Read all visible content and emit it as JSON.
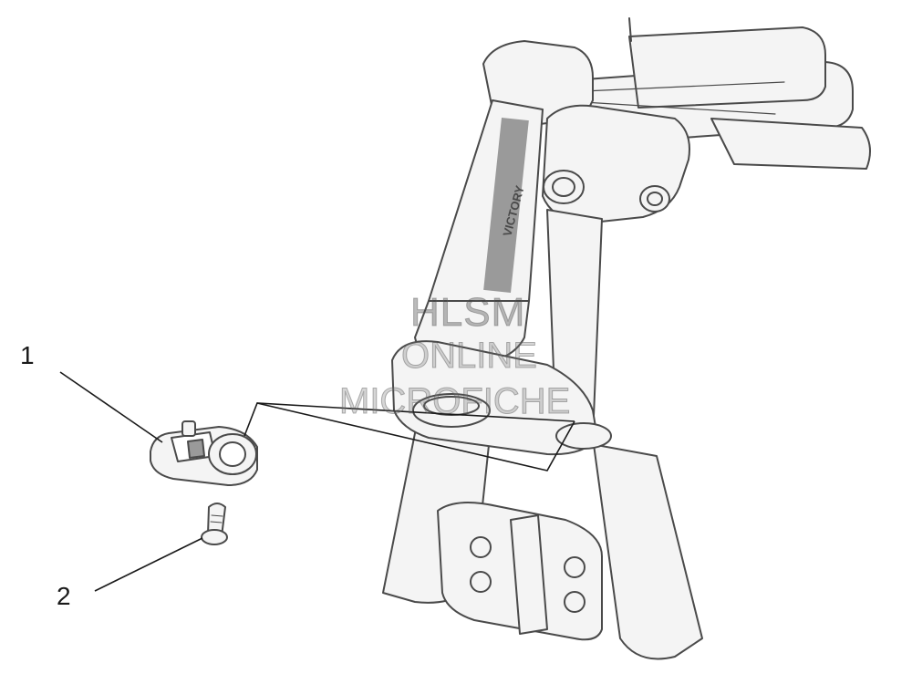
{
  "callouts": [
    {
      "number": "1"
    },
    {
      "number": "2"
    }
  ],
  "watermark": {
    "line1": "HLSM",
    "line2": "ONLINE",
    "line3": "MICROFICHE"
  },
  "frame_text": "VICTORY",
  "colors": {
    "line": "#4a4a4a",
    "fill": "#f4f4f4",
    "shade": "#9a9a9a"
  }
}
